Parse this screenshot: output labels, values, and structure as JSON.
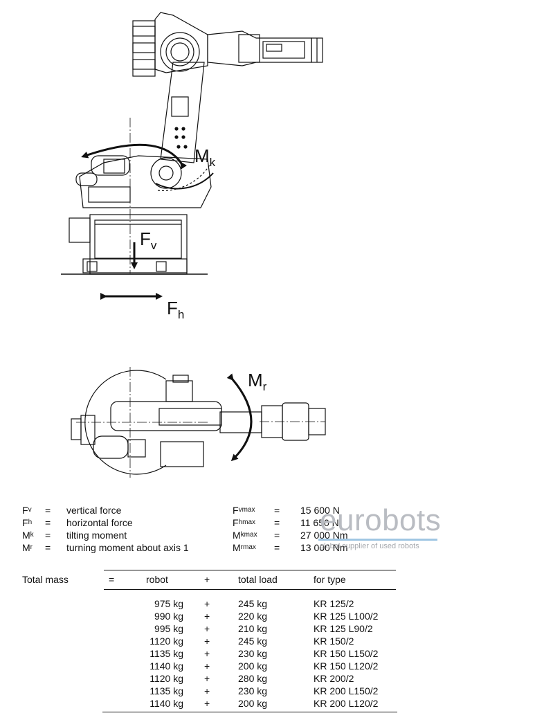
{
  "drawing": {
    "side_view": {
      "label_mk": "M",
      "label_mk_sub": "k",
      "label_fv": "F",
      "label_fv_sub": "v",
      "label_fh": "F",
      "label_fh_sub": "h"
    },
    "top_view": {
      "label_mr": "M",
      "label_mr_sub": "r"
    }
  },
  "legend": {
    "rows": [
      {
        "sym": "F",
        "sub": "v",
        "eq": "=",
        "desc": "vertical force",
        "max_sym": "F",
        "max_sub": "vmax",
        "max_eq": "=",
        "max_val": "15 600 N"
      },
      {
        "sym": "F",
        "sub": "h",
        "eq": "=",
        "desc": "horizontal force",
        "max_sym": "F",
        "max_sub": "hmax",
        "max_eq": "=",
        "max_val": "11 650 N"
      },
      {
        "sym": "M",
        "sub": "k",
        "eq": "=",
        "desc": "tilting moment",
        "max_sym": "M",
        "max_sub": "kmax",
        "max_eq": "=",
        "max_val": "27 000 Nm"
      },
      {
        "sym": "M",
        "sub": "r",
        "eq": "=",
        "desc": "turning moment about axis 1",
        "max_sym": "M",
        "max_sub": "rmax",
        "max_eq": "=",
        "max_val": "13 000 Nm"
      }
    ]
  },
  "watermark": {
    "title": "eurobots",
    "subtitle": "global supplier of used robots"
  },
  "mass_table": {
    "label": "Total mass",
    "headers": {
      "eq": "=",
      "robot": "robot",
      "plus": "+",
      "load": "total load",
      "type": "for type"
    },
    "rows": [
      {
        "robot": "975 kg",
        "plus": "+",
        "load": "245 kg",
        "type": "KR 125/2"
      },
      {
        "robot": "990 kg",
        "plus": "+",
        "load": "220 kg",
        "type": "KR 125 L100/2"
      },
      {
        "robot": "995 kg",
        "plus": "+",
        "load": "210 kg",
        "type": "KR 125 L90/2"
      },
      {
        "robot": "1120 kg",
        "plus": "+",
        "load": "245 kg",
        "type": "KR 150/2"
      },
      {
        "robot": "1135 kg",
        "plus": "+",
        "load": "230 kg",
        "type": "KR 150 L150/2"
      },
      {
        "robot": "1140 kg",
        "plus": "+",
        "load": "200 kg",
        "type": "KR 150 L120/2"
      },
      {
        "robot": "1120 kg",
        "plus": "+",
        "load": "280 kg",
        "type": "KR 200/2"
      },
      {
        "robot": "1135 kg",
        "plus": "+",
        "load": "230 kg",
        "type": "KR 200 L150/2"
      },
      {
        "robot": "1140 kg",
        "plus": "+",
        "load": "200 kg",
        "type": "KR 200 L120/2"
      }
    ]
  }
}
